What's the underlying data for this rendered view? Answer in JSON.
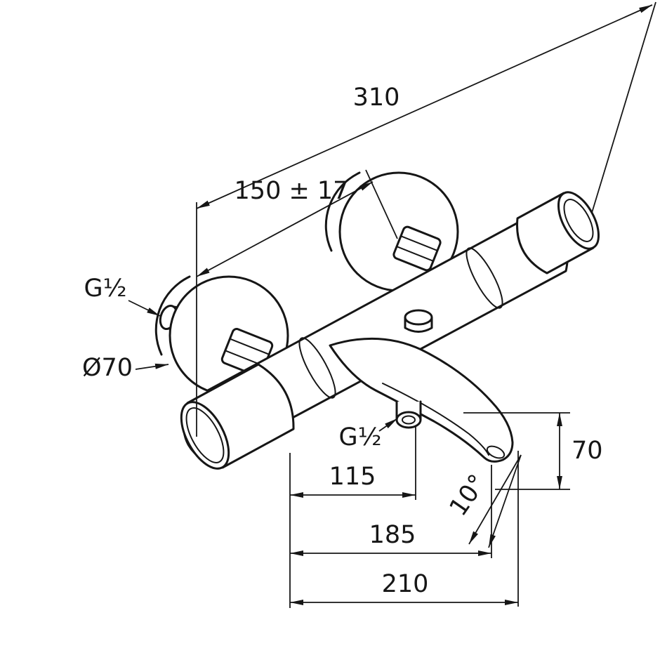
{
  "diagram": {
    "type": "technical-dimension-drawing",
    "subject": "wall-mounted thermostatic bath and shower mixer",
    "dim_310": "310",
    "dim_150": "150 ± 17",
    "thread_inlet": "G½",
    "escutcheon_diameter": "Ø70",
    "thread_outlet": "G½",
    "dim_115": "115",
    "dim_185": "185",
    "dim_210": "210",
    "dim_70": "70",
    "angle": "10°",
    "colors": {
      "line": "#161616",
      "background": "#ffffff"
    }
  }
}
